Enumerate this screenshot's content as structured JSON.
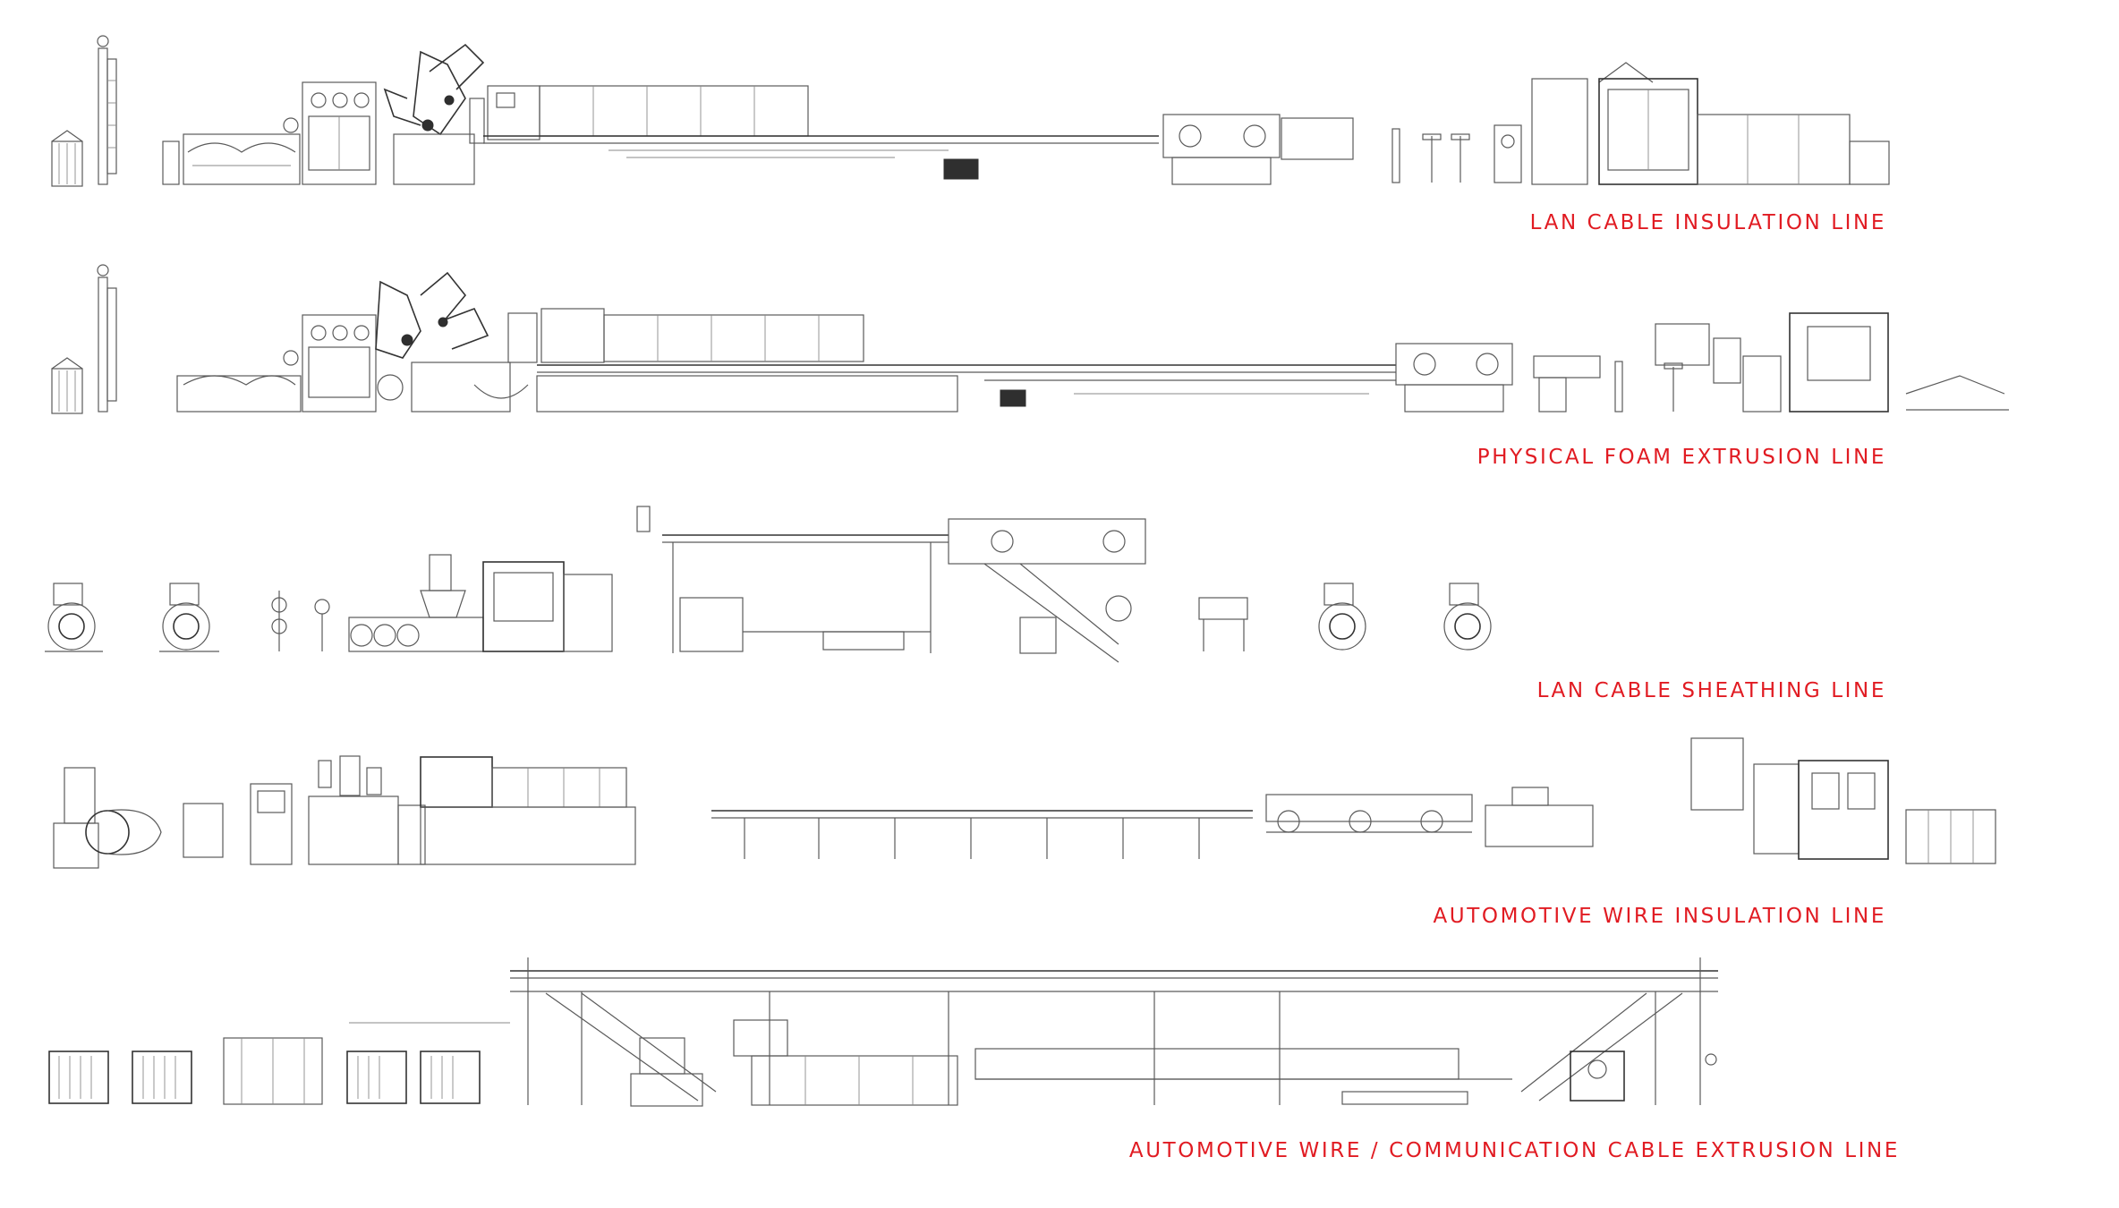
{
  "lines": [
    {
      "id": "lan-insulation",
      "label": "LAN CABLE INSULATION LINE"
    },
    {
      "id": "physical-foam",
      "label": "PHYSICAL FOAM EXTRUSION LINE"
    },
    {
      "id": "lan-sheathing",
      "label": "LAN CABLE SHEATHING LINE"
    },
    {
      "id": "automotive-insulation",
      "label": "AUTOMOTIVE WIRE INSULATION LINE"
    },
    {
      "id": "automotive-communication",
      "label": "AUTOMOTIVE WIRE / COMMUNICATION CABLE EXTRUSION LINE"
    }
  ],
  "colors": {
    "label": "#e11b22",
    "drawing": "#5a5a5a",
    "background": "#ffffff"
  }
}
